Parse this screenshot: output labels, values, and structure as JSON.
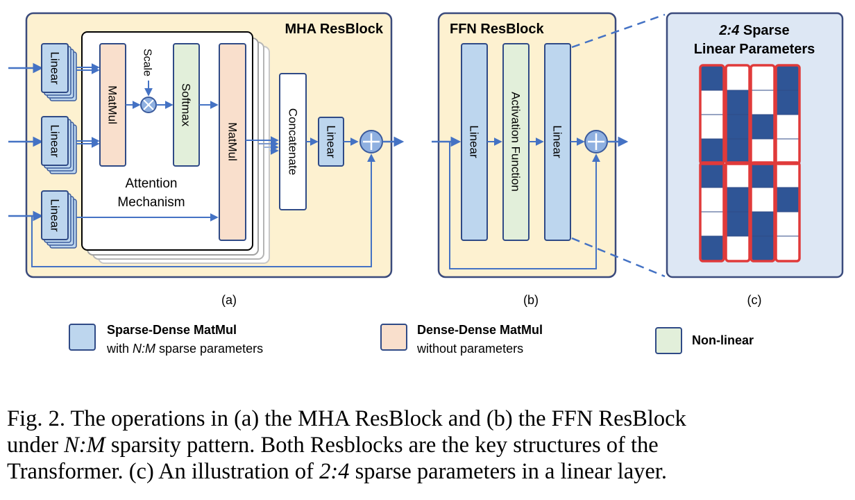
{
  "mha": {
    "title": "MHA ResBlock",
    "linear_label": "Linear",
    "matmul_label": "MatMul",
    "scale_label": "Scale",
    "softmax_label": "Softmax",
    "attention_label_line1": "Attention",
    "attention_label_line2": "Mechanism",
    "concatenate_label": "Concatenate",
    "panel_label": "(a)"
  },
  "ffn": {
    "title": "FFN ResBlock",
    "linear_label": "Linear",
    "activation_label": "Activation Function",
    "panel_label": "(b)"
  },
  "sparse": {
    "title_line1_italic": "2:4",
    "title_line1_rest": " Sparse",
    "title_line2": "Linear Parameters",
    "panel_label": "(c)",
    "pattern": [
      [
        1,
        0,
        0,
        1
      ],
      [
        0,
        1,
        0,
        1
      ],
      [
        0,
        1,
        1,
        0
      ],
      [
        1,
        1,
        0,
        0
      ],
      [
        1,
        0,
        1,
        0
      ],
      [
        0,
        1,
        0,
        1
      ],
      [
        0,
        1,
        1,
        0
      ],
      [
        1,
        0,
        1,
        0
      ]
    ]
  },
  "legend": {
    "sparse_title": "Sparse-Dense MatMul",
    "sparse_sub_pre": "with ",
    "sparse_sub_italic": "N:M",
    "sparse_sub_post": " sparse parameters",
    "dense_title": "Dense-Dense MatMul",
    "dense_sub": "without parameters",
    "nonlinear_title": "Non-linear"
  },
  "caption": {
    "line1": "Fig. 2.  The operations in (a) the MHA ResBlock and (b) the FFN ResBlock",
    "line2_pre": "under ",
    "line2_italic": "N:M",
    "line2_post": " sparsity pattern. Both Resblocks are the key structures of the",
    "line3_pre": "Transformer. (c) An illustration of ",
    "line3_italic": "2:4",
    "line3_post": " sparse parameters in a linear layer."
  },
  "colors": {
    "panel_bg": "#fdf1d0",
    "panel_border": "#3a4a7c",
    "sparse_blue": "#bdd6ee",
    "dense_peach": "#f9dfcc",
    "nonlinear_green": "#e2efda",
    "arrow_blue": "#4472c4",
    "matrix_dark": "#2f5596",
    "matrix_border": "#e03a3a",
    "sparse_panel_bg": "#dde7f4"
  }
}
